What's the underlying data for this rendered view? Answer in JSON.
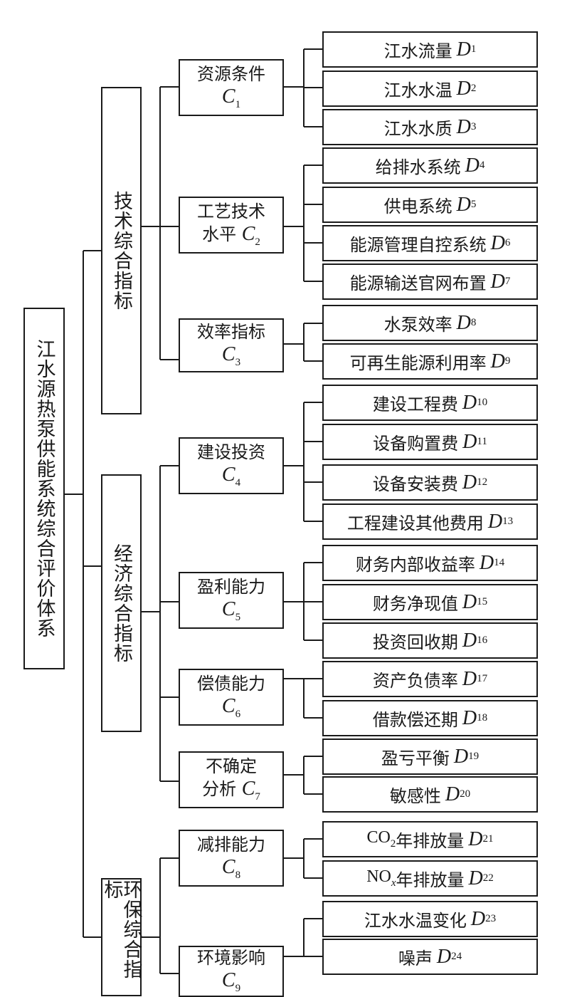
{
  "root": {
    "label": "江水源热泵供能系统综合评价体系"
  },
  "categories": [
    {
      "label": "技术综合指标"
    },
    {
      "label": "经济综合指标"
    },
    {
      "label": "环保综合指标"
    }
  ],
  "criteria": [
    {
      "text": "资源条件",
      "sym": "C",
      "sub": "1"
    },
    {
      "text": "工艺技术",
      "text2": "水平",
      "sym": "C",
      "sub": "2"
    },
    {
      "text": "效率指标",
      "sym": "C",
      "sub": "3"
    },
    {
      "text": "建设投资",
      "sym": "C",
      "sub": "4"
    },
    {
      "text": "盈利能力",
      "sym": "C",
      "sub": "5"
    },
    {
      "text": "偿债能力",
      "sym": "C",
      "sub": "6"
    },
    {
      "text": "不确定",
      "text2": "分析",
      "sym": "C",
      "sub": "7"
    },
    {
      "text": "减排能力",
      "sym": "C",
      "sub": "8"
    },
    {
      "text": "环境影响",
      "sym": "C",
      "sub": "9"
    }
  ],
  "indicators": [
    {
      "text": "江水流量",
      "sym": "D",
      "sub": "1"
    },
    {
      "text": "江水水温",
      "sym": "D",
      "sub": "2"
    },
    {
      "text": "江水水质",
      "sym": "D",
      "sub": "3"
    },
    {
      "text": "给排水系统",
      "sym": "D",
      "sub": "4"
    },
    {
      "text": "供电系统",
      "sym": "D",
      "sub": "5"
    },
    {
      "text": "能源管理自控系统",
      "sym": "D",
      "sub": "6"
    },
    {
      "text": "能源输送官网布置",
      "sym": "D",
      "sub": "7"
    },
    {
      "text": "水泵效率",
      "sym": "D",
      "sub": "8"
    },
    {
      "text": "可再生能源利用率",
      "sym": "D",
      "sub": "9"
    },
    {
      "text": "建设工程费",
      "sym": "D",
      "sub": "10"
    },
    {
      "text": "设备购置费",
      "sym": "D",
      "sub": "11"
    },
    {
      "text": "设备安装费",
      "sym": "D",
      "sub": "12"
    },
    {
      "text": "工程建设其他费用",
      "sym": "D",
      "sub": "13"
    },
    {
      "text": "财务内部收益率",
      "sym": "D",
      "sub": "14"
    },
    {
      "text": "财务净现值",
      "sym": "D",
      "sub": "15"
    },
    {
      "text": "投资回收期",
      "sym": "D",
      "sub": "16"
    },
    {
      "text": "资产负债率",
      "sym": "D",
      "sub": "17"
    },
    {
      "text": "借款偿还期",
      "sym": "D",
      "sub": "18"
    },
    {
      "text": "盈亏平衡",
      "sym": "D",
      "sub": "19"
    },
    {
      "text": "敏感性",
      "sym": "D",
      "sub": "20"
    },
    {
      "chem": "CO",
      "chem_sub": "2",
      "text": "年排放量",
      "sym": "D",
      "sub": "21"
    },
    {
      "chem": "NO",
      "chem_sub": "x",
      "text": "年排放量",
      "sym": "D",
      "sub": "22"
    },
    {
      "text": "江水水温变化",
      "sym": "D",
      "sub": "23"
    },
    {
      "text": "噪声",
      "sym": "D",
      "sub": "24"
    }
  ]
}
